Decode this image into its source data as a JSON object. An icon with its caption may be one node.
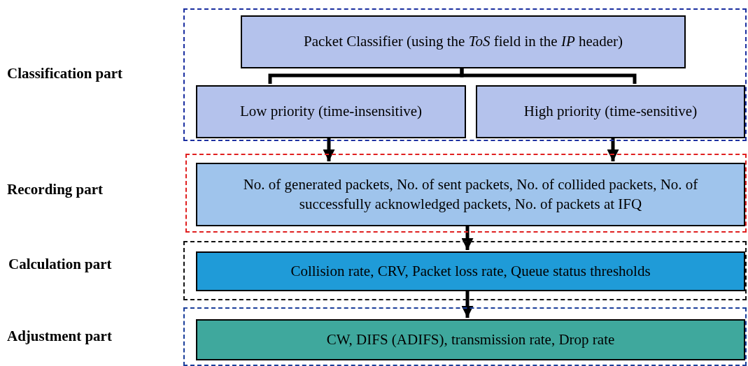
{
  "diagram": {
    "nodes": [
      {
        "text": [],
        "shape": "box"
      },
      {
        "text": [
          "Packet Classifier (using the *ToS* field in the *IP* header)"
        ],
        "in": 0
      },
      {
        "text": [
          "Low priority (time-insensitive)"
        ],
        "in": 0
      },
      {
        "text": [
          "High priority (time-sensitive)"
        ],
        "in": 0
      },
      {
        "text": [],
        "shape": "box"
      },
      {
        "text": [
          "No. of generated packets, No. of sent packets, No. of collided packets, No. of successfully acknowledged packets, No. of packets at IFQ"
        ],
        "in": 4
      },
      {
        "text": [],
        "shape": "box"
      },
      {
        "text": [
          "Collision rate, CRV, Packet loss rate, Queue status thresholds"
        ],
        "in": 6
      },
      {
        "text": [],
        "shape": "box"
      },
      {
        "text": [
          "CW, DIFS (ADIFS), transmission rate, Drop rate"
        ],
        "in": 8
      }
    ],
    "edges": [
      {
        "from": 1,
        "to": 2,
        "arrow": "none"
      },
      {
        "from": 1,
        "to": 3,
        "arrow": "none"
      },
      {
        "from": 2,
        "to": 5,
        "arrow": "to"
      },
      {
        "from": 3,
        "to": 5,
        "arrow": "to"
      },
      {
        "from": 5,
        "to": 7,
        "arrow": "to"
      },
      {
        "from": 7,
        "to": 9,
        "arrow": "to"
      }
    ],
    "labels": [
      "Classification part",
      "Recording part",
      "Calculation part",
      "Adjustment part"
    ]
  }
}
